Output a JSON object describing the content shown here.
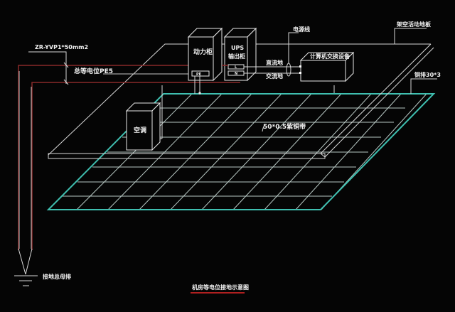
{
  "diagram": {
    "title": "机房等电位接地示意图",
    "background": "#050505",
    "colors": {
      "line_white": "#d8d8d8",
      "line_red": "#8a2a2a",
      "grid_cyan": "#3fbfb0",
      "grid_inner": "#b8c8c4",
      "text": "#f2f2f2"
    }
  },
  "labels": {
    "cable_spec": "ZR-YVP1*50mm2",
    "main_bus": "总等电位PE5",
    "power_cabinet": "动力柜",
    "power_cabinet_terminal": "PE",
    "ups_cabinet_line1": "UPS",
    "ups_cabinet_line2": "输出柜",
    "ups_terminal_l": "L",
    "ups_terminal_n": "N",
    "power_cable": "电源线",
    "dc_ground": "直流地",
    "ac_ground": "交流地",
    "computer_equipment": "计算机交换设备",
    "raised_floor": "架空活动地板",
    "copper_bar": "铜排30*3",
    "ac_unit": "空调",
    "copper_strip": "50*0.5紫铜带",
    "ground_bus": "接地总母排",
    "title": "机房等电位接地示意图"
  }
}
